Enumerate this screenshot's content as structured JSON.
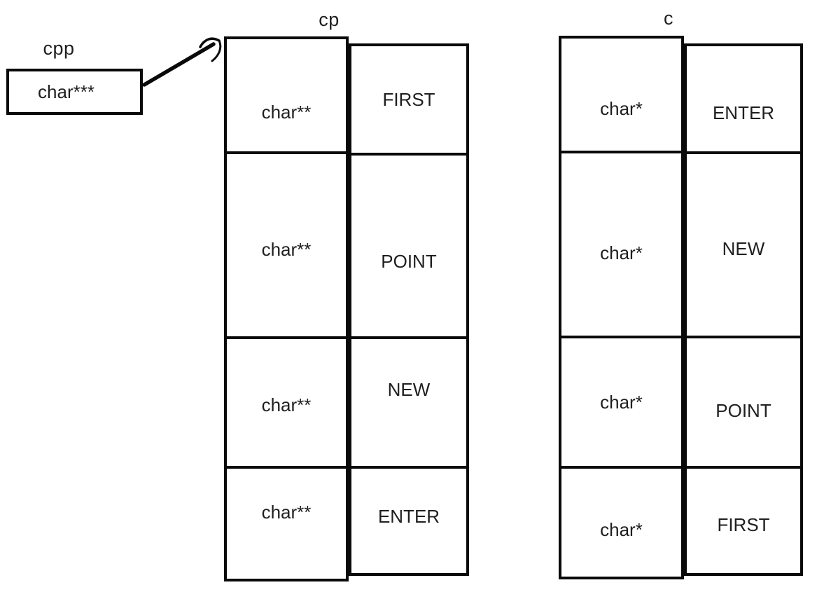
{
  "diagram": {
    "background": "#ffffff",
    "ink_color": "#0a0a0a",
    "text_color": "#1f1f1f"
  },
  "cpp": {
    "label": "cpp",
    "value": "char***"
  },
  "arrow": {
    "from": "cpp",
    "to": "cp"
  },
  "cp_table": {
    "label": "cp",
    "rows": [
      {
        "type": "char**",
        "value": "FIRST"
      },
      {
        "type": "char**",
        "value": "POINT"
      },
      {
        "type": "char**",
        "value": "NEW"
      },
      {
        "type": "char**",
        "value": "ENTER"
      }
    ]
  },
  "c_table": {
    "label": "c",
    "rows": [
      {
        "type": "char*",
        "value": "ENTER"
      },
      {
        "type": "char*",
        "value": "NEW"
      },
      {
        "type": "char*",
        "value": "POINT"
      },
      {
        "type": "char*",
        "value": "FIRST"
      }
    ]
  }
}
